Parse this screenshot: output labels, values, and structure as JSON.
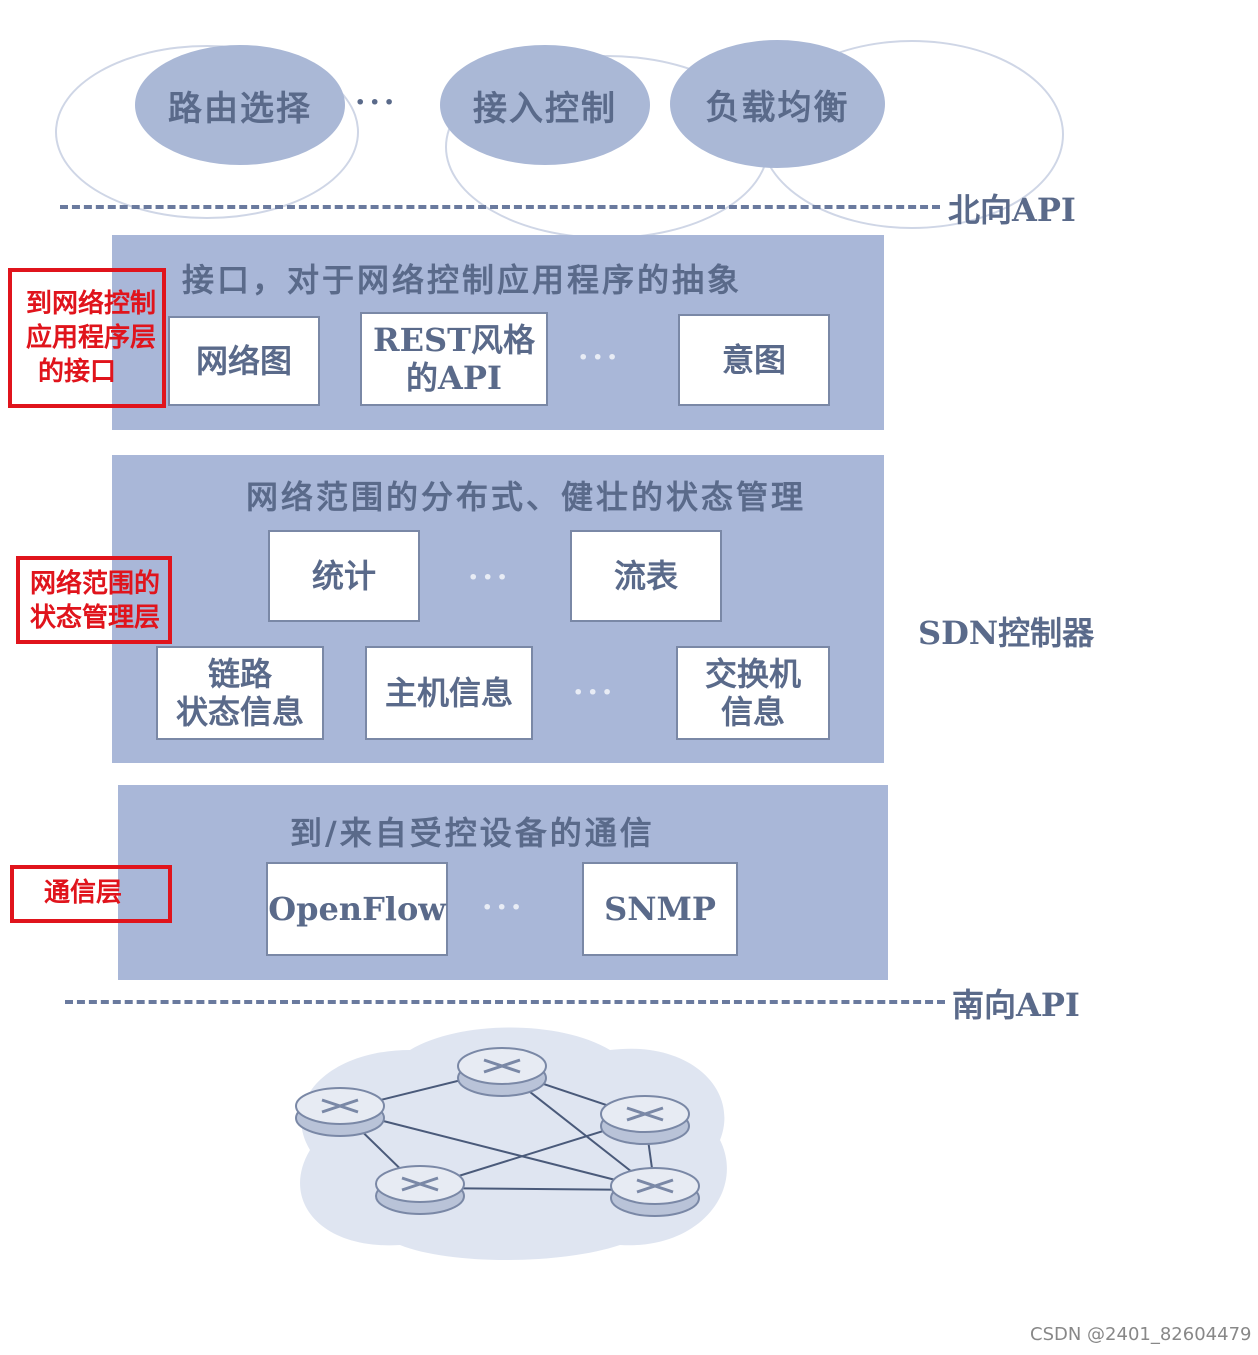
{
  "apps": {
    "routing": "路由选择",
    "access_control": "接入控制",
    "load_balancing": "负载均衡",
    "ellipsis": "···"
  },
  "northbound_api": "北向API",
  "southbound_api": "南向API",
  "controller_label": "SDN控制器",
  "layers": {
    "interface": {
      "title": "接口，对于网络控制应用程序的抽象",
      "boxes": [
        "网络图",
        "REST风格的API",
        "意图"
      ],
      "rest_line1": "REST风格",
      "rest_line2": "的API",
      "ellipsis": "···"
    },
    "state": {
      "title": "网络范围的分布式、健壮的状态管理",
      "stats": "统计",
      "flow_table": "流表",
      "link_line1": "链路",
      "link_line2": "状态信息",
      "host_info": "主机信息",
      "switch_line1": "交换机",
      "switch_line2": "信息",
      "ellipsis": "···"
    },
    "comm": {
      "title": "到/来自受控设备的通信",
      "openflow": "OpenFlow",
      "snmp": "SNMP",
      "ellipsis": "···"
    }
  },
  "annotations": {
    "interface_line1": "到网络控制",
    "interface_line2": "应用程序层",
    "interface_line3": "的接口",
    "state_line1": "网络范围的",
    "state_line2": "状态管理层",
    "comm_line1": "通信层"
  },
  "watermark": "CSDN @2401_82604479",
  "colors": {
    "layer_fill": "#a9b7d8",
    "annotation_red": "#e0141c",
    "text": "#5a6a8a"
  }
}
